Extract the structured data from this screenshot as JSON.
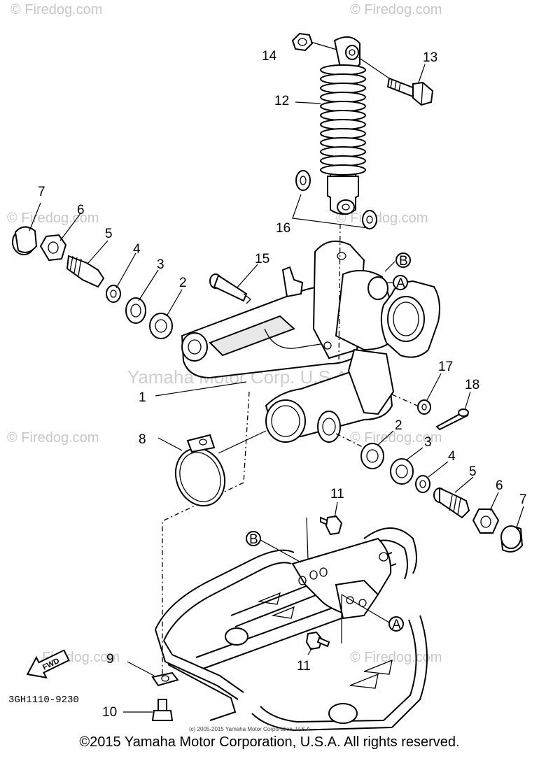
{
  "watermarks": {
    "site": "© Firedog.com",
    "site_partial": "Firedog.com",
    "center": "Yamaha Motor Corp. U.S.A."
  },
  "diagram_code": "3GH1110-9230",
  "fwd_label": "FWD",
  "small_copyright": "(c) 2005-2015 Yamaha Motor Corporation, U.S.A.",
  "footer": "©2015 Yamaha Motor Corporation, U.S.A. All rights reserved.",
  "callouts": {
    "c1": "1",
    "c2a": "2",
    "c2b": "2",
    "c3a": "3",
    "c3b": "3",
    "c4a": "4",
    "c4b": "4",
    "c5a": "5",
    "c5b": "5",
    "c6a": "6",
    "c6b": "6",
    "c7a": "7",
    "c7b": "7",
    "c8": "8",
    "c9": "9",
    "c10": "10",
    "c11a": "11",
    "c11b": "11",
    "c12": "12",
    "c13": "13",
    "c14": "14",
    "c15": "15",
    "c16": "16",
    "c17": "17",
    "c18": "18"
  },
  "ref_marks": {
    "A1": "A",
    "B1": "B",
    "A2": "A",
    "B2": "B"
  }
}
